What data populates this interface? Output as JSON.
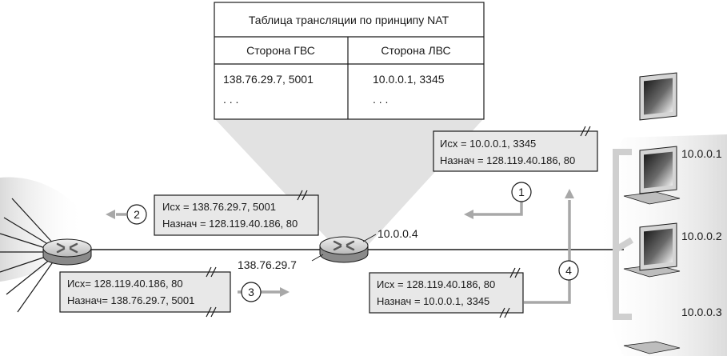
{
  "nat_table": {
    "title": "Таблица трансляции по принципу NAT",
    "col_wan": "Сторона ГВС",
    "col_lan": "Сторона ЛВС",
    "rows": [
      {
        "wan": "138.76.29.7, 5001",
        "lan": "10.0.0.1, 3345"
      },
      {
        "wan": ". . .",
        "lan": ". . ."
      }
    ]
  },
  "packets": {
    "p1": {
      "src": "Исх = 10.0.0.1, 3345",
      "dst": "Назнач = 128.119.40.186, 80"
    },
    "p2": {
      "src": "Исх = 138.76.29.7, 5001",
      "dst": "Назнач = 128.119.40.186, 80"
    },
    "p3": {
      "src": "Исх= 128.119.40.186, 80",
      "dst": "Назнач= 138.76.29.7, 5001"
    },
    "p4": {
      "src": "Исх = 128.119.40.186, 80",
      "dst": "Назнач = 10.0.0.1, 3345"
    }
  },
  "steps": [
    "1",
    "2",
    "3",
    "4"
  ],
  "router": {
    "lan_ip": "10.0.0.4",
    "wan_ip": "138.76.29.7"
  },
  "hosts": [
    "10.0.0.1",
    "10.0.0.2",
    "10.0.0.3"
  ]
}
